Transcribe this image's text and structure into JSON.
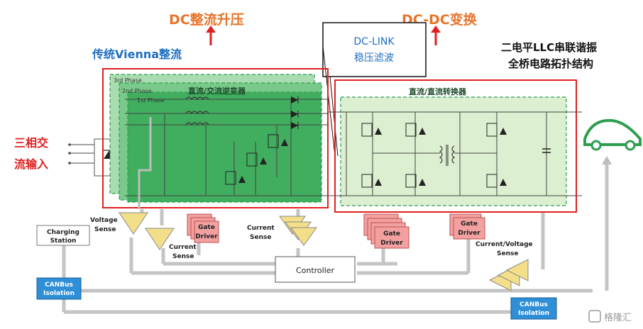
{
  "headers": {
    "dc_rectifier_boost": "DC整流升压",
    "dc_dc_conversion": "DC-DC变换",
    "traditional_vienna": "传统Vienna整流",
    "llc_line1": "二电平LLC串联谐振",
    "llc_line2": "全桥电路拓扑结构"
  },
  "dclink": {
    "line1": "DC-LINK",
    "line2": "稳压滤波"
  },
  "input": {
    "line1": "三相交",
    "line2": "流输入"
  },
  "phases": {
    "p3": "3rd Phase",
    "p2": "2nd Phase",
    "p1": "1st Phase"
  },
  "inverter_label": "直流/交流逆变器",
  "converter_label": "直流/直流转换器",
  "blocks": {
    "charging_station": [
      "Charging",
      "Station"
    ],
    "canbus_left": [
      "CANBus",
      "Isolation"
    ],
    "canbus_right": [
      "CANBus",
      "Isolation"
    ],
    "gate_driver": [
      "Gate",
      "Driver"
    ],
    "controller": "Controller",
    "voltage_sense": [
      "Voltage",
      "Sense"
    ],
    "current_sense_1": [
      "Current",
      "Sense"
    ],
    "current_sense_2": [
      "Current",
      "Sense"
    ],
    "current_voltage_sense": [
      "Current/Voltage",
      "Sense"
    ]
  },
  "watermark": "格隆汇",
  "colors": {
    "orange": "#e8742a",
    "blue": "#1f6fc0",
    "red": "#e02020",
    "green_dark": "#2e9e4f",
    "green_light": "#dcefd0",
    "gate_pink": "#f2a0a0",
    "canbus_blue": "#2f8fd6",
    "sense_yellow": "#f3df8a"
  }
}
